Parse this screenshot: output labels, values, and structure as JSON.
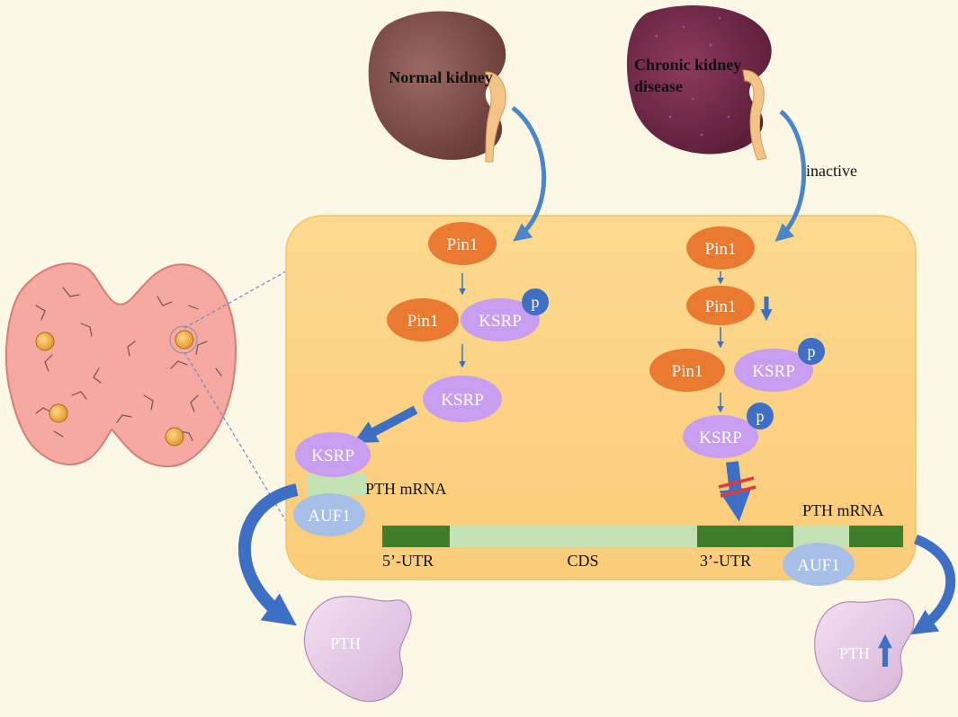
{
  "kidneys": {
    "normal_label": "Normal kidney",
    "ckd_label_line1": "Chronic kidney",
    "ckd_label_line2": "disease",
    "inactive_label": "inactive"
  },
  "normal_pathway": {
    "pin1": "Pin1",
    "complex_pin1": "Pin1",
    "complex_ksrp": "KSRP",
    "phospho": "p",
    "free_ksrp": "KSRP",
    "bound_ksrp": "KSRP",
    "mrna_label": "PTH mRNA",
    "auf1": "AUF1",
    "pth": "PTH"
  },
  "ckd_pathway": {
    "pin1": "Pin1",
    "pin1_low": "Pin1",
    "complex_pin1": "Pin1",
    "complex_ksrp": "KSRP",
    "phospho_1": "p",
    "ksrp_p": "KSRP",
    "phospho_2": "p",
    "mrna_label": "PTH mRNA",
    "auf1": "AUF1",
    "pth": "PTH"
  },
  "mrna": {
    "utr5": "5’-UTR",
    "cds": "CDS",
    "utr3": "3’-UTR"
  },
  "colors": {
    "background": "#fdf7e6",
    "cell": "#fcd487",
    "pin1": "#ea7a2f",
    "ksrp": "#c89ef0",
    "phospho": "#3f6fc4",
    "auf1": "#a7bfe6",
    "utr": "#3e7d2a",
    "cds": "#c4e3b5",
    "arrow": "#3d6fc4"
  }
}
